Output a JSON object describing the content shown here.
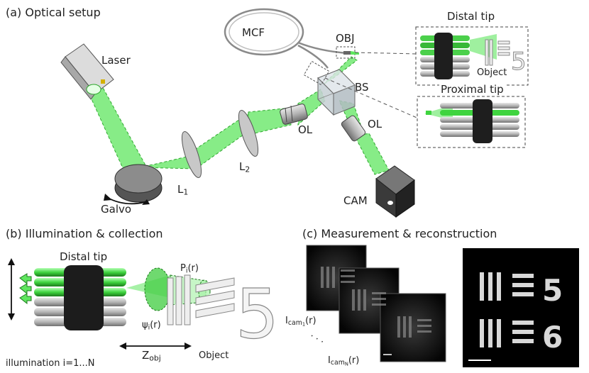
{
  "panel_a": {
    "heading": "(a)  Optical setup",
    "labels": {
      "laser": "Laser",
      "galvo": "Galvo",
      "l1": "L",
      "l1_sub": "1",
      "l2": "L",
      "l2_sub": "2",
      "ol_left": "OL",
      "ol_right": "OL",
      "bs": "BS",
      "cam": "CAM",
      "mcf": "MCF",
      "obj": "OBJ"
    },
    "distal_inset": {
      "title": "Distal tip",
      "object_label": "Object"
    },
    "proximal_inset": {
      "title": "Proximal tip"
    }
  },
  "panel_b": {
    "heading": "(b)  Illumination & collection",
    "distal_tip": "Distal tip",
    "p_label": "P",
    "p_sub": "i",
    "p_arg": "(r)",
    "psi_label": "ψ",
    "psi_sub": "i",
    "psi_arg": "(r)",
    "z_label": "Z",
    "z_sub": "obj",
    "object_label": "Object",
    "illumination_text": "illumination i=1...N"
  },
  "panel_c": {
    "heading": "(c)  Measurement & reconstruction",
    "icam1": "I",
    "icam1_sub": "cam",
    "icam1_subsub": "1",
    "icam1_arg": "(r)",
    "icamN": "I",
    "icamN_sub": "cam",
    "icamN_subsub": "N",
    "icamN_arg": "(r)",
    "dots": "·  ·  ·"
  },
  "colors": {
    "beam": "#5fe65f",
    "beam_dark": "#2ea82e",
    "dash": "#555555",
    "fiber_gray": "#9a9a9a"
  }
}
